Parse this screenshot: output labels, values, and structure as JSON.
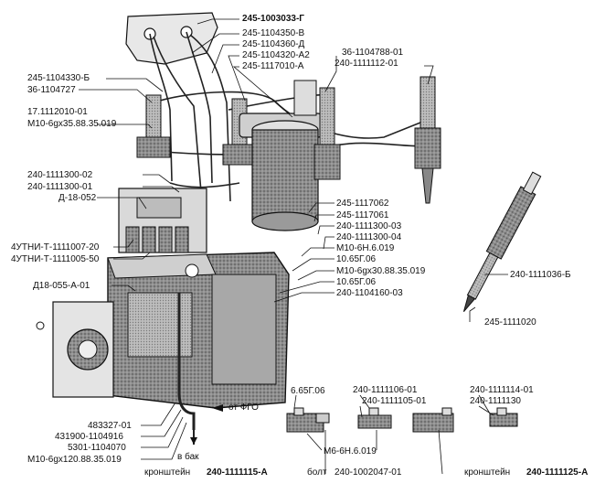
{
  "callouts": {
    "c01": "245-1003033-Г",
    "c02": "245-1104350-В",
    "c03": "245-1104360-Д",
    "c04": "245-1104320-А2",
    "c05": "245-1117010-А",
    "c06": "36-1104788-01",
    "c07": "240-1111112-01",
    "c08": "245-1104330-Б",
    "c09": "36-1104727",
    "c10": "17.1112010-01",
    "c11": "М10-6gх35.88.35.019",
    "c12": "240-1111300-02",
    "c13": "240-1111300-01",
    "c14": "Д-18-052",
    "c15": "4УТНИ-Т-1111007-20",
    "c16": "4УТНИ-Т-1111005-50",
    "c17": "Д18-055-А-01",
    "c18": "245-1117062",
    "c19": "245-1117061",
    "c20": "240-1111300-03",
    "c21": "240-1111300-04",
    "c22": "М10-6Н.6.019",
    "c23": "10.65Г.06",
    "c24": "М10-6gх30.88.35.019",
    "c25": "10.65Г.06",
    "c26": "240-1104160-03",
    "c27": "240-1111036-Б",
    "c28": "245-1111020",
    "c29": "483327-01",
    "c30": "431900-1104916",
    "c31": "5301-1104070",
    "c32": "М10-6gх120.88.35.019",
    "c33": "от ФГО",
    "c34": "в бак",
    "c35": "6.65Г.06",
    "c36": "240-1111106-01",
    "c37": "240-1111105-01",
    "c38": "240-1111114-01",
    "c39": "240-1111130",
    "c40": "М6-6Н.6.019",
    "c41": "кронштейн",
    "c42": "240-1111115-А",
    "c43": "болт",
    "c44": "240-1002047-01",
    "c45": "кронштейн",
    "c46": "240-1111125-А"
  },
  "colors": {
    "ink": "#111111",
    "shade": "#9a9a9a",
    "dark": "#4a4a4a",
    "light": "#d6d6d6"
  }
}
